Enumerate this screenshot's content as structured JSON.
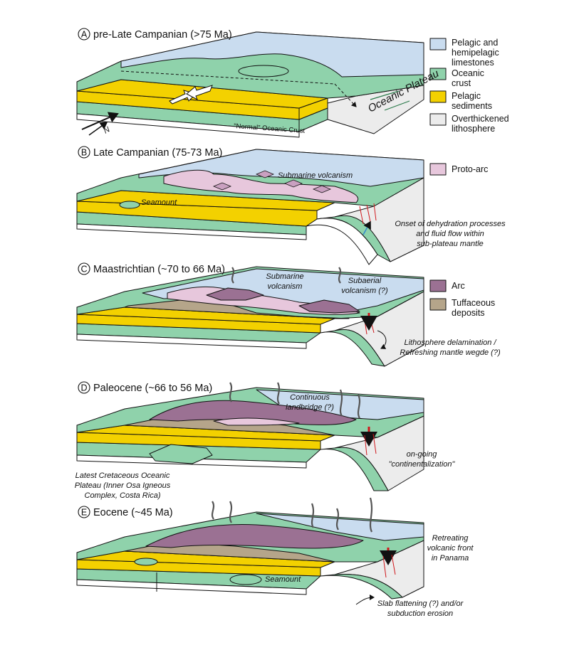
{
  "colors": {
    "limestone": "#c9dcef",
    "crust": "#8fd2ab",
    "sediment": "#f3d100",
    "lithosphere": "#ececec",
    "protoarc": "#e7c7dc",
    "arc": "#9b7193",
    "tuff": "#b5a58a",
    "fluid": "#d0181c",
    "outline": "#111111"
  },
  "panels": [
    {
      "letter": "A",
      "title": "pre-Late Campanian (>75 Ma)"
    },
    {
      "letter": "B",
      "title": "Late Campanian (75-73 Ma)"
    },
    {
      "letter": "C",
      "title": "Maastrichtian (~70 to 66 Ma)"
    },
    {
      "letter": "D",
      "title": "Paleocene (~66 to 56 Ma)"
    },
    {
      "letter": "E",
      "title": "Eocene (~45 Ma)"
    }
  ],
  "legend": [
    {
      "label_lines": [
        "Pelagic and",
        "hemipelagic",
        "limestones"
      ],
      "color": "limestone"
    },
    {
      "label_lines": [
        "Oceanic",
        "crust"
      ],
      "color": "crust"
    },
    {
      "label_lines": [
        "Pelagic",
        "sediments"
      ],
      "color": "sediment"
    },
    {
      "label_lines": [
        "Overthickened",
        "lithosphere"
      ],
      "color": "lithosphere"
    },
    {
      "label_lines": [
        "Proto-arc"
      ],
      "color": "protoarc"
    },
    {
      "label_lines": [
        "Arc"
      ],
      "color": "arc"
    },
    {
      "label_lines": [
        "Tuffaceous",
        "deposits"
      ],
      "color": "tuff"
    }
  ],
  "labels": {
    "oceanic_plateau": "Oceanic Plateau",
    "normal_crust": "\"Normal\" Oceanic Crust",
    "north_arrow": "N",
    "b_volcanism": "Submarine volcanism",
    "b_seamount": "Seamount",
    "b_dehydration": [
      "Onset of dehydration processes",
      "and fluid flow within",
      "sub-plateau mantle"
    ],
    "c_submarine": [
      "Submarine",
      "volcanism"
    ],
    "c_subaerial": [
      "Subaerial",
      "volcanism (?)"
    ],
    "c_delamination": [
      "Lithosphere delamination /",
      "Refreshing mantle wegde (?)"
    ],
    "d_landbridge": [
      "Continuous",
      "landbridge (?)"
    ],
    "d_continentalization": [
      "on-going",
      "\"continentalization\""
    ],
    "d_plateau": [
      "Latest Cretaceous Oceanic",
      "Plateau (Inner Osa Igneous",
      "Complex, Costa Rica)"
    ],
    "e_retreating": [
      "Retreating",
      "volcanic front",
      "in Panama"
    ],
    "e_seamount": "Seamount",
    "e_slab": [
      "Slab flattening (?) and/or",
      "subduction erosion"
    ]
  }
}
